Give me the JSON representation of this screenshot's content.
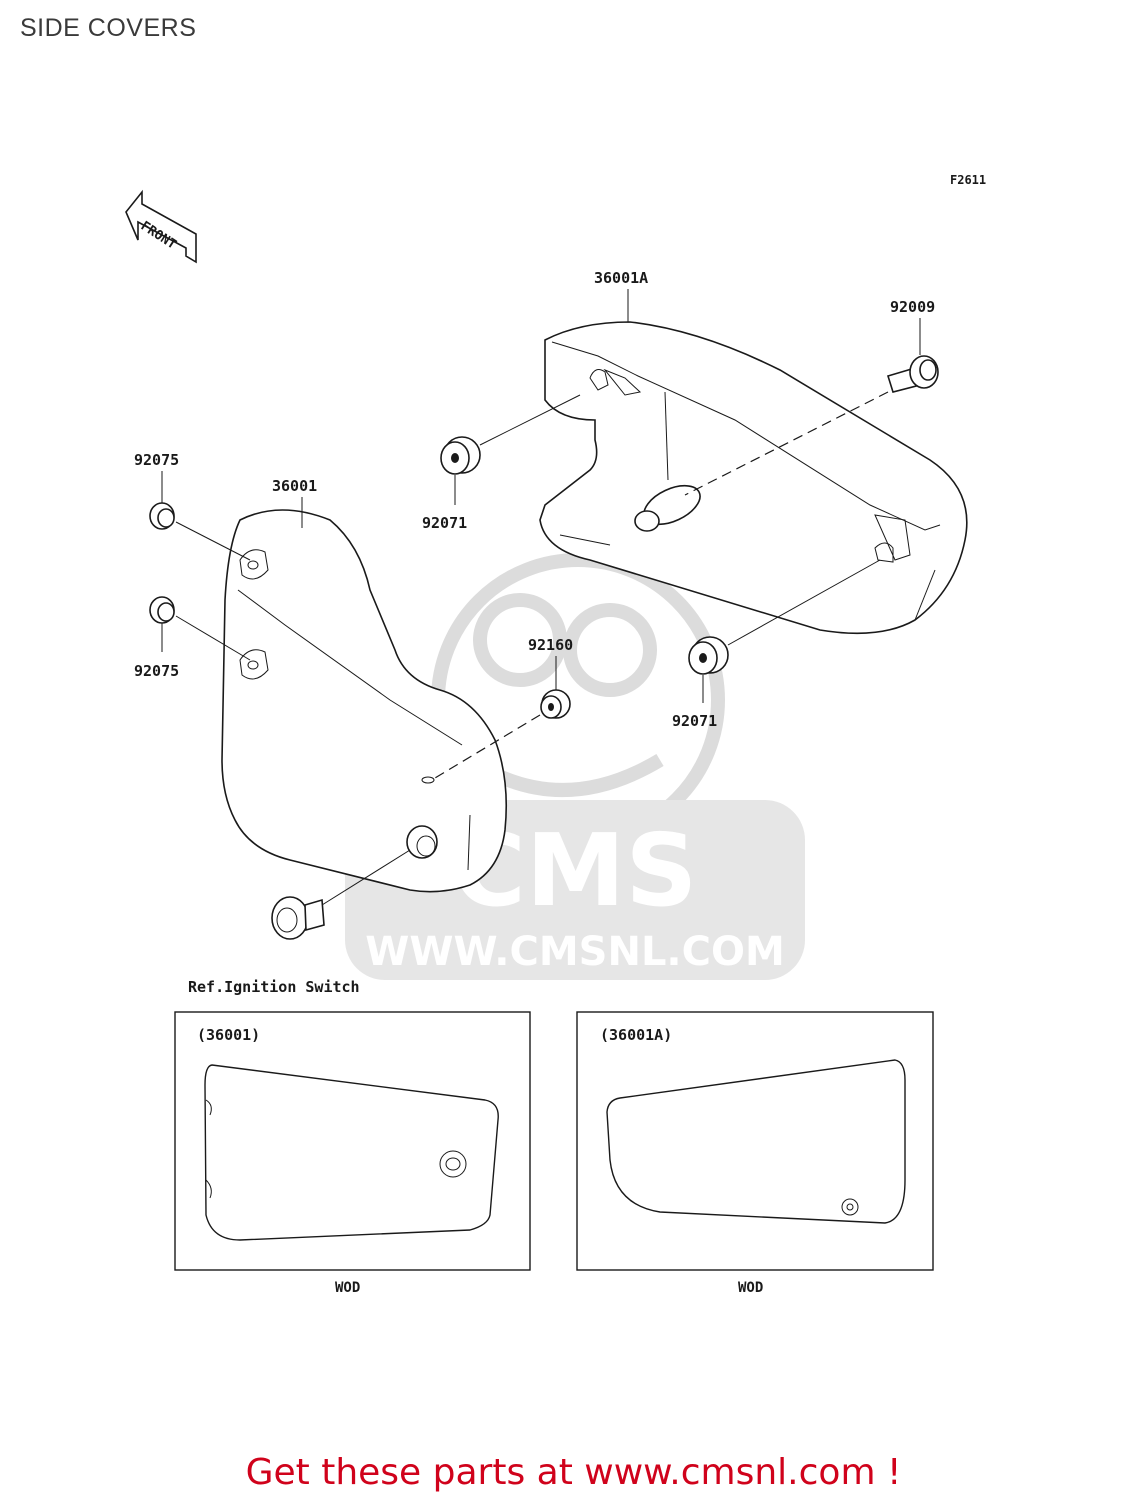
{
  "title": "SIDE COVERS",
  "figure_code": "F2611",
  "front_arrow_label": "FRONT",
  "part_labels": {
    "cover_right": "36001A",
    "bolt": "92009",
    "grommet_top": "92071",
    "grommet_bottom": "92071",
    "damper_upper": "92075",
    "damper_lower": "92075",
    "cover_left": "36001",
    "grommet_mid": "92160"
  },
  "ref_note": "Ref.Ignition Switch",
  "inset_left": {
    "label": "(36001)",
    "caption": "WOD"
  },
  "inset_right": {
    "label": "(36001A)",
    "caption": "WOD"
  },
  "watermark": {
    "brand": "CMS",
    "url": "WWW.CMSNL.COM"
  },
  "cta": "Get these parts at www.cmsnl.com !",
  "colors": {
    "cta": "#d0021b",
    "watermark": "#dcdcdc",
    "line": "#1a1a1a"
  }
}
